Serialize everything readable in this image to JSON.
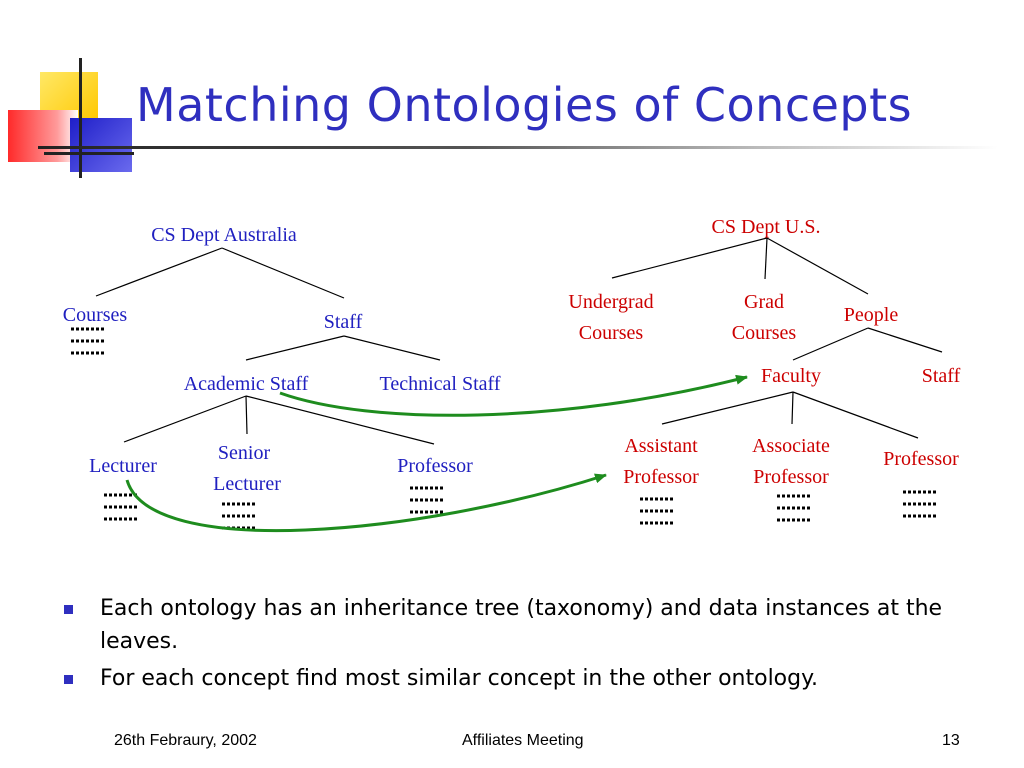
{
  "slide": {
    "title": "Matching Ontologies of Concepts",
    "colors": {
      "title": "#2f2fbf",
      "australia_nodes": "#2020c0",
      "us_nodes": "#cc0000",
      "match_arrows": "#1e8c1e",
      "bullet": "#2f2fbf",
      "deco_yellow": "#ffd700",
      "deco_red": "#ff4040",
      "deco_blue": "#2d2dd2"
    },
    "footer": {
      "date": "26th Febraury, 2002",
      "center": "Affiliates Meeting",
      "page": "13"
    }
  },
  "diagram": {
    "australia": {
      "root": "CS Dept Australia",
      "courses": "Courses",
      "staff": "Staff",
      "academic_staff": "Academic Staff",
      "technical_staff": "Technical Staff",
      "lecturer": "Lecturer",
      "senior_lecturer_1": "Senior",
      "senior_lecturer_2": "Lecturer",
      "professor": "Professor"
    },
    "us": {
      "root": "CS Dept U.S.",
      "undergrad_1": "Undergrad",
      "undergrad_2": "Courses",
      "grad_1": "Grad",
      "grad_2": "Courses",
      "people": "People",
      "faculty": "Faculty",
      "staff": "Staff",
      "assistant_1": "Assistant",
      "assistant_2": "Professor",
      "associate_1": "Associate",
      "associate_2": "Professor",
      "professor": "Professor"
    },
    "matches": [
      {
        "from": "Academic Staff",
        "to": "Faculty"
      },
      {
        "from": "Lecturer",
        "to": "Assistant Professor"
      }
    ]
  },
  "bullets": [
    "Each ontology has an inheritance tree (taxonomy) and data instances at the leaves.",
    "For each concept find most similar concept in the other ontology."
  ]
}
